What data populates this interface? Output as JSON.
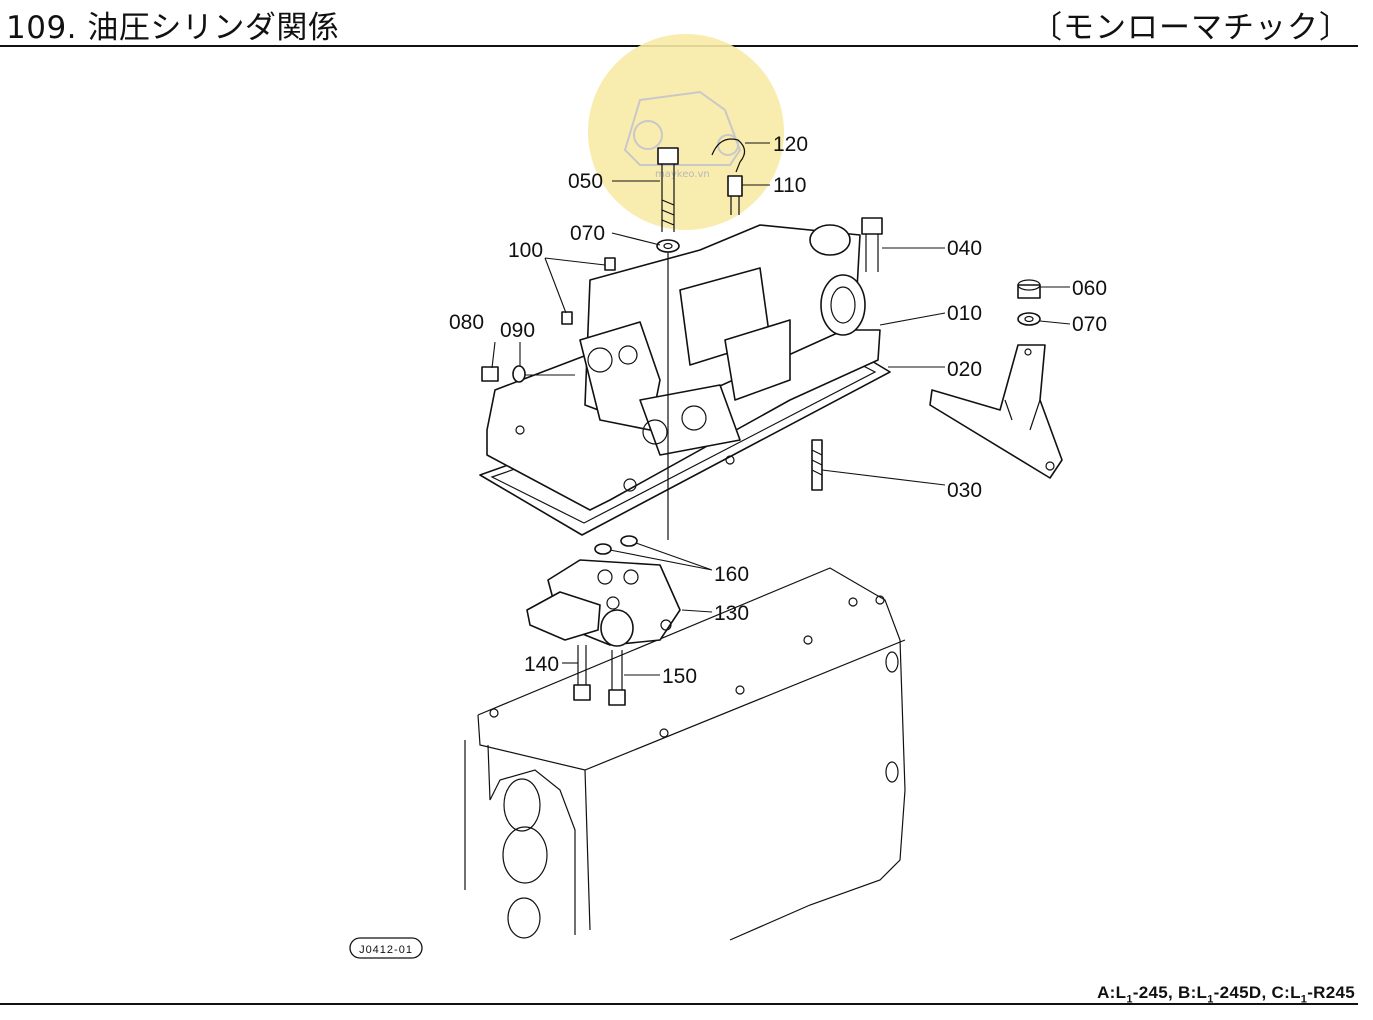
{
  "header": {
    "title": "109. 油圧シリンダ関係",
    "model": "〔モンローマチック〕"
  },
  "watermark": {
    "text": "maykeo.vn",
    "color": "#f7e9a8"
  },
  "diagram": {
    "figure_code": "J0412-01",
    "part_labels": {
      "p010": "010",
      "p020": "020",
      "p030": "030",
      "p040": "040",
      "p050": "050",
      "p060": "060",
      "p070a": "070",
      "p070b": "070",
      "p080": "080",
      "p090": "090",
      "p100": "100",
      "p110": "110",
      "p120": "120",
      "p130": "130",
      "p140": "140",
      "p150": "150",
      "p160": "160"
    }
  },
  "footer": {
    "a_prefix": "A:L",
    "a_sub": "1",
    "a_suffix": "-245,",
    "b_prefix": "B:L",
    "b_sub": "1",
    "b_suffix": "-245D,",
    "c_prefix": "C:L",
    "c_sub": "1",
    "c_suffix": "-R245"
  }
}
